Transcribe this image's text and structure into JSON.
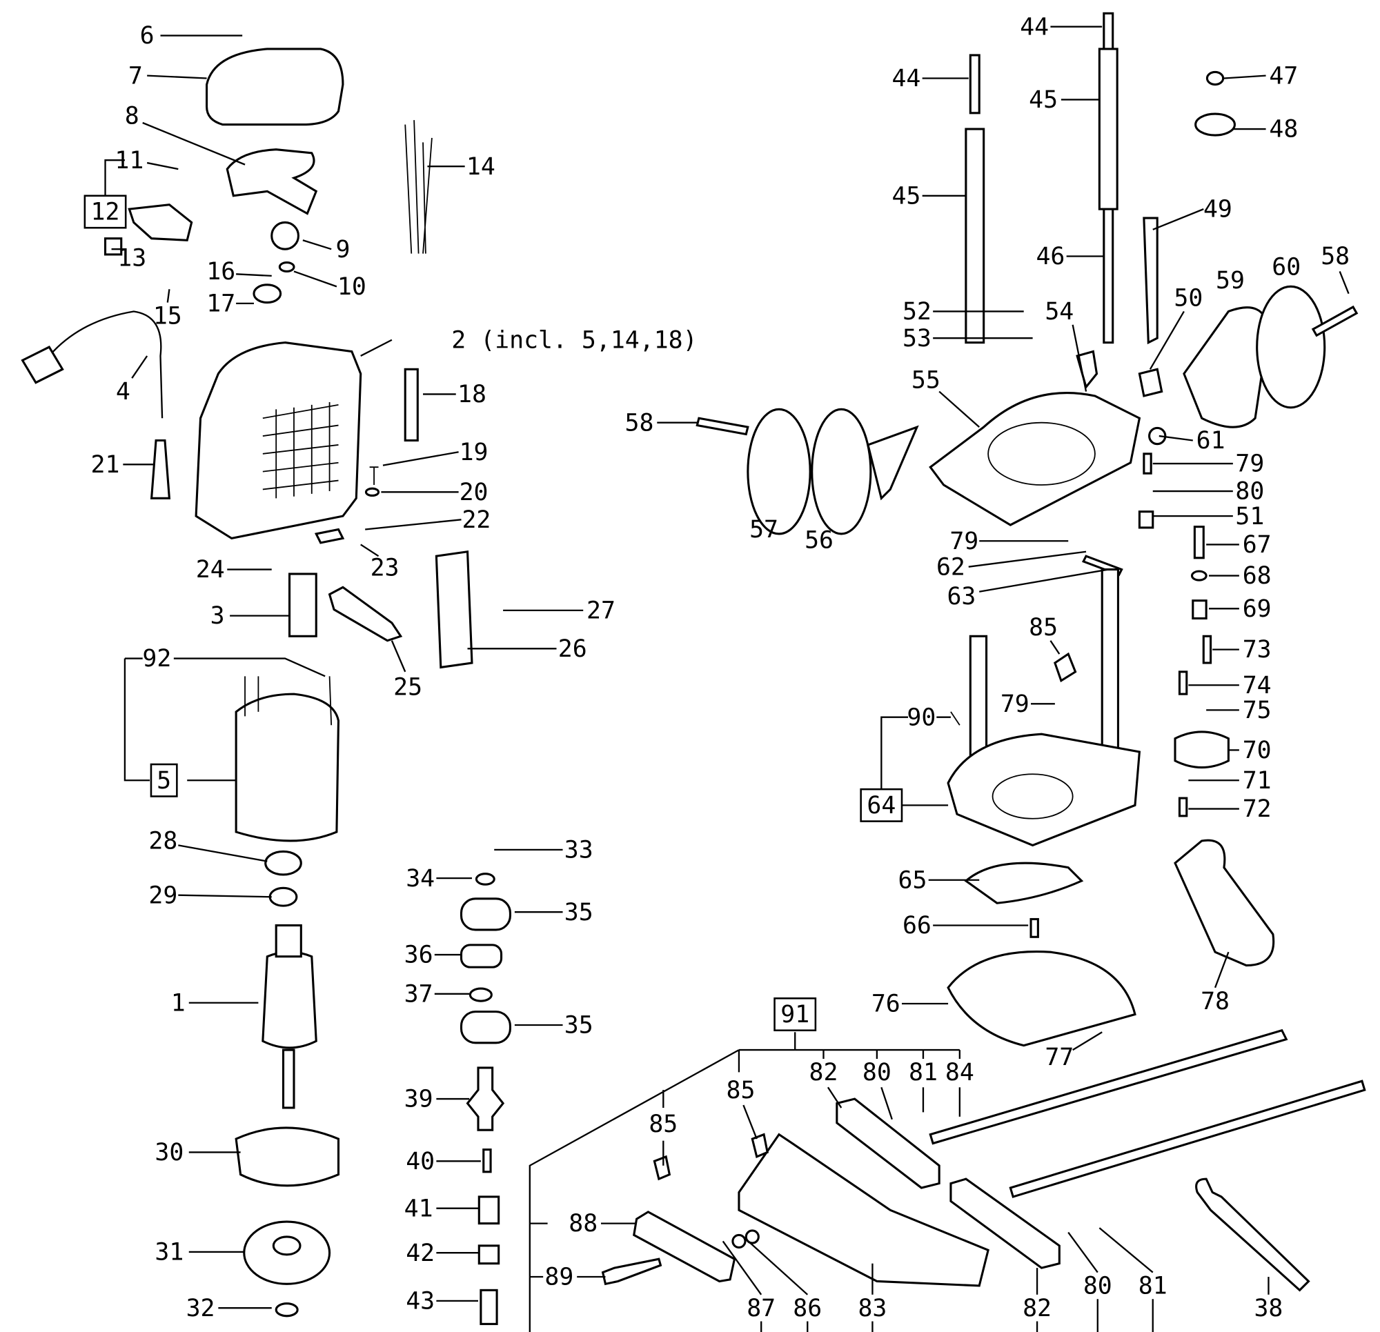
{
  "diagram": {
    "type": "exploded parts diagram",
    "labels": [
      "6",
      "7",
      "8",
      "11",
      "12",
      "13",
      "14",
      "9",
      "10",
      "16",
      "17",
      "15",
      "2 (incl. 5,14,18)",
      "4",
      "18",
      "21",
      "19",
      "20",
      "22",
      "23",
      "24",
      "3",
      "27",
      "26",
      "25",
      "92",
      "5",
      "28",
      "29",
      "1",
      "30",
      "31",
      "32",
      "33",
      "34",
      "35",
      "36",
      "37",
      "35",
      "39",
      "40",
      "41",
      "42",
      "43",
      "44",
      "44",
      "45",
      "45",
      "46",
      "47",
      "48",
      "49",
      "52",
      "53",
      "54",
      "50",
      "59",
      "60",
      "58",
      "55",
      "58",
      "57",
      "56",
      "61",
      "79",
      "80",
      "51",
      "79",
      "62",
      "63",
      "67",
      "68",
      "69",
      "85",
      "73",
      "74",
      "79",
      "75",
      "90",
      "64",
      "70",
      "71",
      "72",
      "65",
      "66",
      "76",
      "78",
      "77",
      "91",
      "85",
      "85",
      "82",
      "80",
      "81",
      "84",
      "88",
      "89",
      "87",
      "86",
      "83",
      "82",
      "80",
      "81",
      "38"
    ],
    "boxed_labels": [
      "12",
      "5",
      "64",
      "91"
    ]
  }
}
